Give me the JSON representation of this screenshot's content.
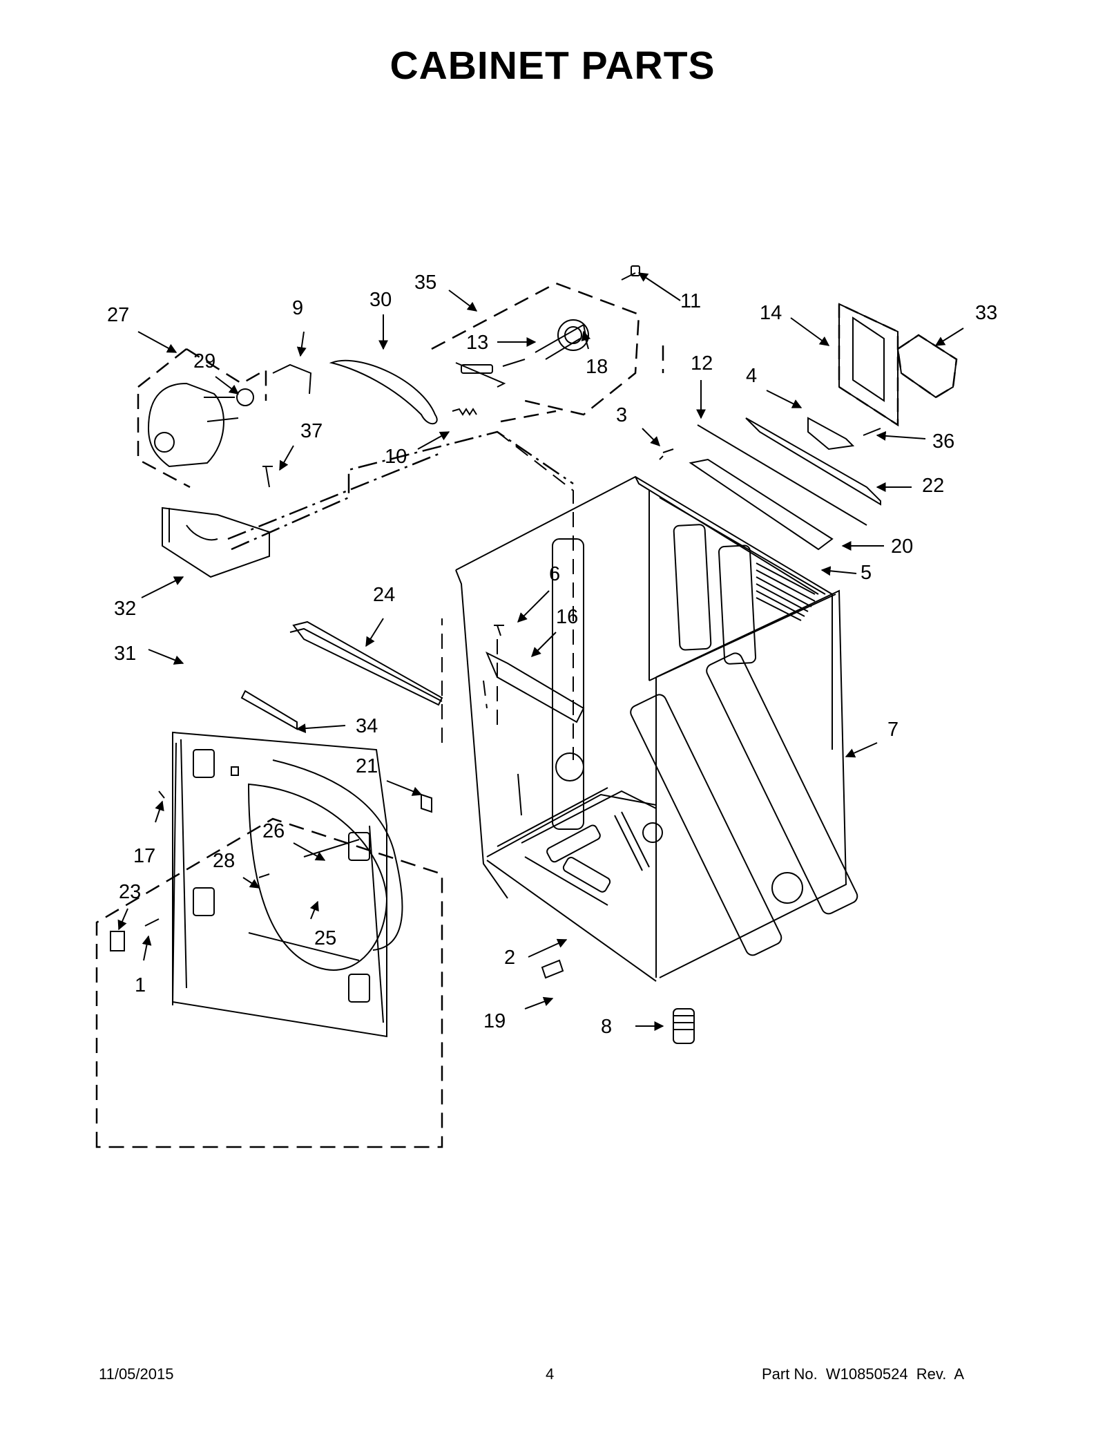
{
  "title": "CABINET PARTS",
  "callouts": [
    "1",
    "2",
    "3",
    "4",
    "5",
    "6",
    "7",
    "8",
    "9",
    "10",
    "11",
    "12",
    "13",
    "14",
    "16",
    "17",
    "18",
    "19",
    "20",
    "21",
    "22",
    "23",
    "24",
    "25",
    "26",
    "27",
    "28",
    "29",
    "30",
    "31",
    "32",
    "33",
    "34",
    "35",
    "36",
    "37"
  ],
  "footer": {
    "date": "11/05/2015",
    "page": "4",
    "part_no": "Part No.  W10850524  Rev.  A"
  }
}
